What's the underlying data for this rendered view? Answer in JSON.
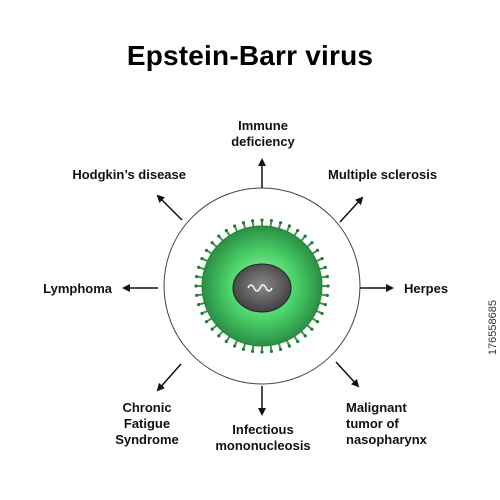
{
  "title": "Epstein-Barr virus",
  "labels": {
    "immune": "Immune\ndeficiency",
    "multiple_sclerosis": "Multiple sclerosis",
    "herpes": "Herpes",
    "malignant": "Malignant\ntumor of\nnasopharynx",
    "mono": "Infectious\nmononucleosis",
    "chronic": "Chronic\nFatigue\nSyndrome",
    "lymphoma": "Lymphoma",
    "hodgkin": "Hodgkin’s disease"
  },
  "stock_id": "176558685",
  "colors": {
    "virus_fill": "#4cd46a",
    "virus_dark": "#1f7a38",
    "spike": "#3a9a4a",
    "nucleus": "#555555",
    "outline": "#333333"
  }
}
